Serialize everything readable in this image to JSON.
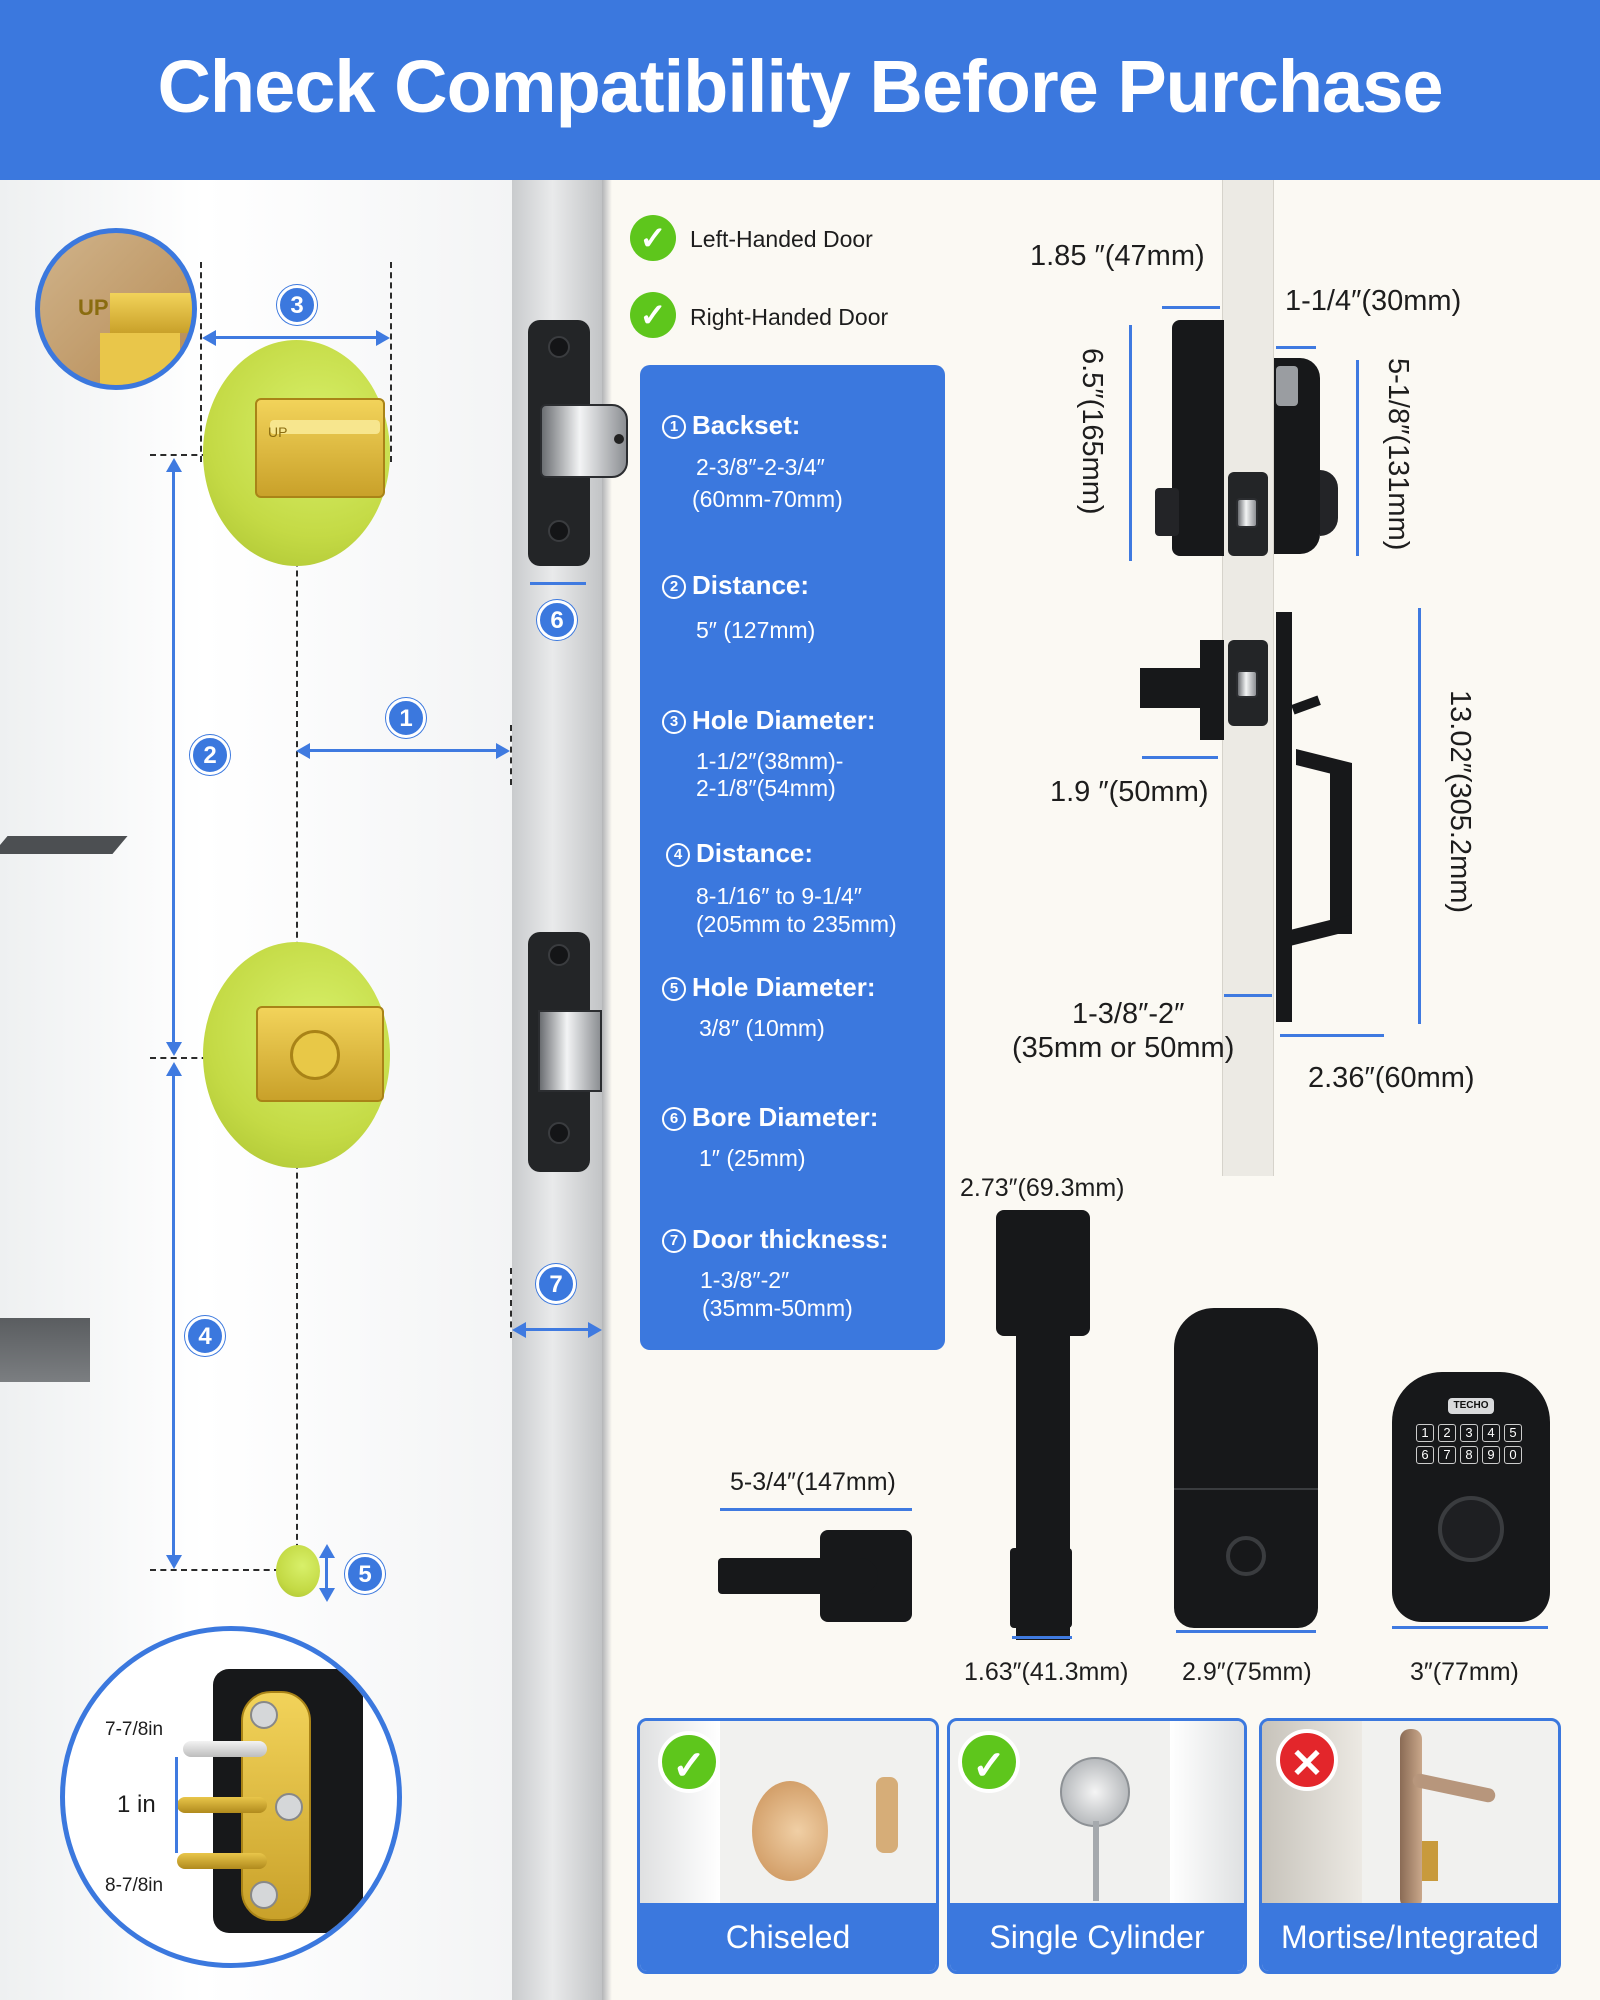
{
  "header": {
    "title": "Check Compatibility Before Purchase"
  },
  "colors": {
    "brand_blue": "#3b78de",
    "check_green": "#5ec61c",
    "cross_red": "#e3262b",
    "hole_yellow": "#c4da45"
  },
  "door_markers": [
    "1",
    "2",
    "3",
    "4",
    "5",
    "6",
    "7"
  ],
  "inset_top_label": "UP",
  "strike_inset": {
    "top": "7-7/8in",
    "middle": "1 in",
    "bottom": "8-7/8in"
  },
  "compatibility": [
    {
      "label": "Left-Handed Door",
      "icon": "check-icon"
    },
    {
      "label": "Right-Handed Door",
      "icon": "check-icon"
    }
  ],
  "specs": [
    {
      "num": "1",
      "title": "Backset:",
      "value": [
        "2-3/8″-2-3/4″",
        "(60mm-70mm)"
      ]
    },
    {
      "num": "2",
      "title": "Distance:",
      "value": [
        "5″ (127mm)"
      ]
    },
    {
      "num": "3",
      "title": "Hole Diameter:",
      "value": [
        "1-1/2″(38mm)-",
        "2-1/8″(54mm)"
      ]
    },
    {
      "num": "4",
      "title": "Distance:",
      "value": [
        "8-1/16″ to 9-1/4″",
        "(205mm to 235mm)"
      ]
    },
    {
      "num": "5",
      "title": "Hole Diameter:",
      "value": [
        "3/8″ (10mm)"
      ]
    },
    {
      "num": "6",
      "title": "Bore Diameter:",
      "value": [
        "1″ (25mm)"
      ]
    },
    {
      "num": "7",
      "title": "Door thickness:",
      "value": [
        "1-3/8″-2″",
        "(35mm-50mm)"
      ]
    }
  ],
  "dimensions": {
    "deadbolt_depth": "1.85 ″(47mm)",
    "deadbolt_inner": "1-1/4″(30mm)",
    "deadbolt_height": "6.5″(165mm)",
    "deadbolt_inner_height": "5-1/8″(131mm)",
    "handle_projection": "1.9 ″(50mm)",
    "handle_height": "13.02″(305.2mm)",
    "door_thickness_1": "1-3/8″-2″",
    "door_thickness_2": "(35mm or 50mm)",
    "handle_depth": "2.36″(60mm)",
    "handle_width": "2.73″(69.3mm)",
    "lever_length": "5-3/4″(147mm)",
    "grip_width": "1.63″(41.3mm)",
    "interior_width": "2.9″(75mm)",
    "keypad_width": "3″(77mm)"
  },
  "keypad": {
    "brand": "TECHO",
    "keys": [
      "1",
      "2",
      "3",
      "4",
      "5",
      "6",
      "7",
      "8",
      "9",
      "0"
    ]
  },
  "door_types": [
    {
      "label": "Chiseled",
      "status": "compatible"
    },
    {
      "label": "Single Cylinder",
      "status": "compatible"
    },
    {
      "label": "Mortise/Integrated",
      "status": "not-compatible"
    }
  ]
}
